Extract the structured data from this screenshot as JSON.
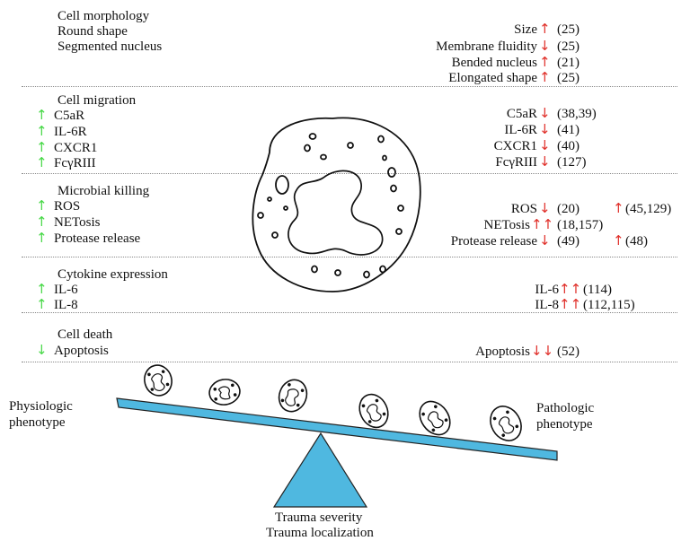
{
  "colors": {
    "increase_left": "#48d848",
    "change_right": "#e0302a",
    "seesaw": "#4fb8e0"
  },
  "sections": {
    "morphology": {
      "left": [
        "Cell morphology",
        "Round shape",
        "Segmented nucleus"
      ],
      "right": [
        {
          "label": "Size",
          "arrows": "↑",
          "ref": "(25)"
        },
        {
          "label": "Membrane fluidity",
          "arrows": "↓",
          "ref": "(25)"
        },
        {
          "label": "Bended nucleus",
          "arrows": "↑",
          "ref": "(21)"
        },
        {
          "label": "Elongated shape",
          "arrows": "↑",
          "ref": "(25)"
        }
      ]
    },
    "migration": {
      "heading": "Cell migration",
      "left": [
        "C5aR",
        "IL-6R",
        "CXCR1",
        "FcγRIII"
      ],
      "right": [
        {
          "label": "C5aR",
          "arrows": "↓",
          "ref": "(38,39)"
        },
        {
          "label": "IL-6R",
          "arrows": "↓",
          "ref": "(41)"
        },
        {
          "label": "CXCR1",
          "arrows": "↓",
          "ref": "(40)"
        },
        {
          "label": "FcγRIII",
          "arrows": "↓",
          "ref": "(127)"
        }
      ]
    },
    "killing": {
      "heading": "Microbial killing",
      "left": [
        "ROS",
        "NETosis",
        "Protease release"
      ],
      "right": [
        {
          "label": "ROS",
          "arrows": "↓",
          "ref": "(20)",
          "arrows2": "↑",
          "ref2": "(45,129)"
        },
        {
          "label": "NETosis",
          "arrows": "↑↑",
          "ref": "(18,157)"
        },
        {
          "label": "Protease release",
          "arrows": "↓",
          "ref": "(49)",
          "arrows2": "↑",
          "ref2": "(48)"
        }
      ]
    },
    "cytokine": {
      "heading": "Cytokine expression",
      "left": [
        "IL-6",
        "IL-8"
      ],
      "right": [
        {
          "label": "IL-6",
          "arrows": "↑↑",
          "ref": "(114)"
        },
        {
          "label": "IL-8",
          "arrows": "↑↑",
          "ref": "(112,115)"
        }
      ]
    },
    "death": {
      "heading": "Cell death",
      "left": [
        "Apoptosis"
      ],
      "right": [
        {
          "label": "Apoptosis",
          "arrows": "↓↓",
          "ref": "(52)"
        }
      ]
    }
  },
  "left_arrows": {
    "up": "↑",
    "down": "↓"
  },
  "seesaw": {
    "left_label": [
      "Physiologic",
      "phenotype"
    ],
    "right_label": [
      "Pathologic",
      "phenotype"
    ],
    "fulcrum_label": [
      "Trauma severity",
      "Trauma localization"
    ]
  }
}
